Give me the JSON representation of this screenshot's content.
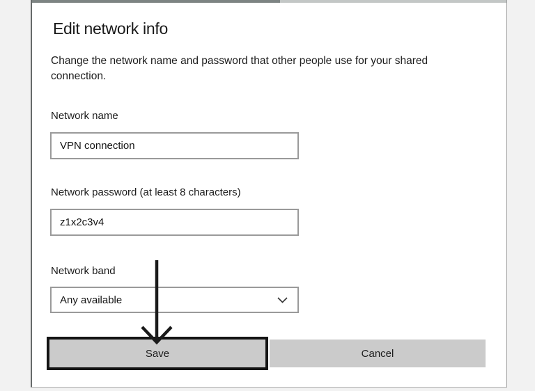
{
  "dialog": {
    "title": "Edit network info",
    "description": {
      "line1": "Change the network name and password that other people use for your shared",
      "line2": "connection."
    },
    "fields": {
      "network_name": {
        "label": "Network name",
        "value": "VPN connection"
      },
      "network_password": {
        "label": "Network password (at least 8 characters)",
        "value": "z1x2c3v4"
      },
      "network_band": {
        "label": "Network band",
        "selected_option": "Any available",
        "icon": "chevron-down-icon"
      }
    },
    "buttons": {
      "save_label": "Save",
      "cancel_label": "Cancel"
    }
  },
  "annotation": {
    "arrow_color": "#1a1a1a",
    "highlight_border_color": "#141414",
    "points_to": "Save"
  },
  "colors": {
    "window_background": "#f2f2f2",
    "dialog_background": "#ffffff",
    "button_background": "#cbcbcb",
    "input_border": "#9a9a9a",
    "text": "#1c1c1c"
  }
}
